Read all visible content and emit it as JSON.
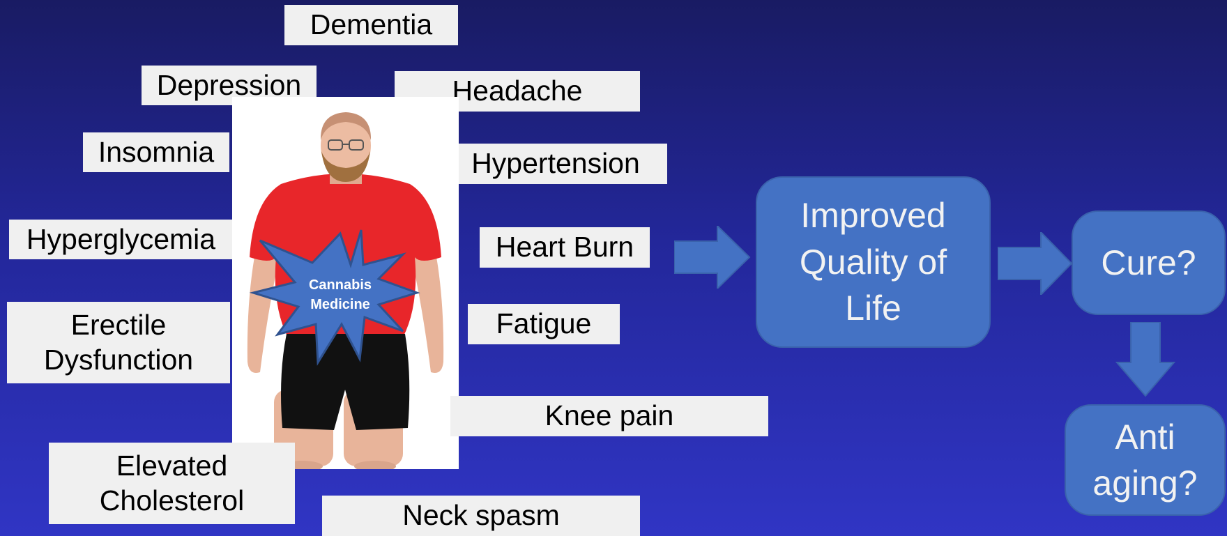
{
  "symptoms": {
    "dementia": "Dementia",
    "depression": "Depression",
    "headache": "Headache",
    "insomnia": "Insomnia",
    "hypertension": "Hypertension",
    "hyperglycemia": "Hyperglycemia",
    "heart_burn": "Heart Burn",
    "erectile_dysfunction": "Erectile\nDysfunction",
    "fatigue": "Fatigue",
    "knee_pain": "Knee pain",
    "elevated_cholesterol": "Elevated\nCholesterol",
    "neck_spasm": "Neck spasm"
  },
  "starburst": {
    "line1": "Cannabis",
    "line2": "Medicine"
  },
  "flow": {
    "improved_quality": "Improved\nQuality of\nLife",
    "cure": "Cure?",
    "anti_aging": "Anti\naging?"
  },
  "colors": {
    "box_fill": "#4472c4",
    "label_fill": "#f0f0f0",
    "shirt": "#e8262a"
  }
}
